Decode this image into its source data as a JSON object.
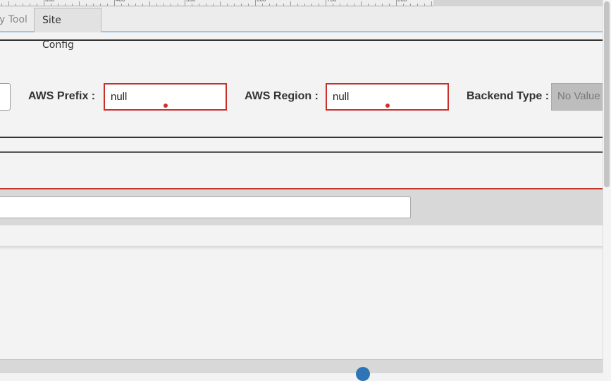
{
  "ruler": {
    "labels": [
      "300",
      "400",
      "500",
      "600",
      "700",
      "800"
    ]
  },
  "tabs": [
    {
      "label": "y Tool"
    },
    {
      "label": "Site Config"
    }
  ],
  "form": {
    "aws_prefix": {
      "label": "AWS Prefix :",
      "value": "null"
    },
    "aws_region": {
      "label": "AWS Region :",
      "value": "null"
    },
    "backend_type": {
      "label": "Backend Type :",
      "value": "No Value"
    }
  },
  "colors": {
    "error_border": "#c9302c",
    "accent_blue": "#2e75b6"
  }
}
